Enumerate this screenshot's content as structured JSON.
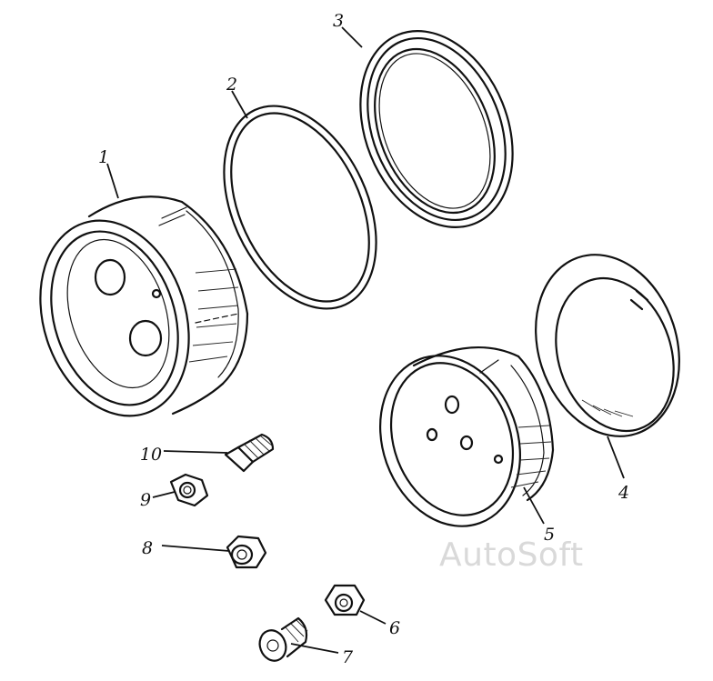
{
  "callouts": [
    {
      "id": "1",
      "text": "1"
    },
    {
      "id": "2",
      "text": "2"
    },
    {
      "id": "3",
      "text": "3"
    },
    {
      "id": "4",
      "text": "4"
    },
    {
      "id": "5",
      "text": "5"
    },
    {
      "id": "6",
      "text": "6"
    },
    {
      "id": "7",
      "text": "7"
    },
    {
      "id": "8",
      "text": "8"
    },
    {
      "id": "9",
      "text": "9"
    },
    {
      "id": "10",
      "text": "10"
    }
  ],
  "watermark": "AutoSoft",
  "colors": {
    "ink": "#111111",
    "watermark": "#d9d9d9",
    "background": "#ffffff"
  }
}
